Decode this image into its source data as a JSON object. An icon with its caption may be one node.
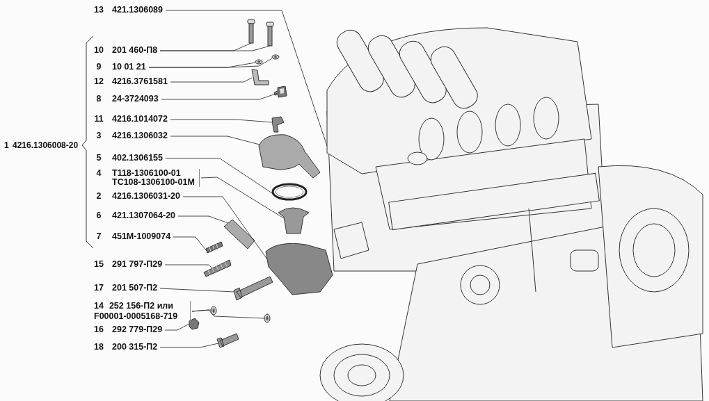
{
  "diagram": {
    "nodes": [
      {
        "text": [
          "13",
          "421.1306089"
        ]
      },
      {
        "text": [
          "10",
          "201 460-П8"
        ]
      },
      {
        "text": [
          "9",
          "10 01 21"
        ]
      },
      {
        "text": [
          "12",
          "4216.3761581"
        ]
      },
      {
        "text": [
          "8",
          "24-3724093"
        ]
      },
      {
        "text": [
          "11",
          "4216.1014072"
        ]
      },
      {
        "text": [
          "3",
          "4216.1306032"
        ]
      },
      {
        "text": [
          "5",
          "402.1306155"
        ]
      },
      {
        "text": [
          "4",
          "T118-1306100-01",
          "TC108-1306100-01M"
        ]
      },
      {
        "text": [
          "2",
          "4216.1306031-20"
        ]
      },
      {
        "text": [
          "6",
          "421.1307064-20"
        ]
      },
      {
        "text": [
          "7",
          "451M-1009074"
        ]
      },
      {
        "text": [
          "15",
          "291 797-П29"
        ]
      },
      {
        "text": [
          "17",
          "201 507-П2"
        ]
      },
      {
        "text": [
          "14",
          "252 156-П2 или F00001-0005168-719"
        ]
      },
      {
        "text": [
          "16",
          "292 779-П29"
        ]
      },
      {
        "text": [
          "18",
          "200 315-П2"
        ]
      },
      {
        "text": [],
        "shape": "picture"
      },
      {
        "text": [],
        "shape": "picture"
      },
      {
        "text": [],
        "shape": "picture"
      },
      {
        "text": [],
        "shape": "picture"
      },
      {
        "text": [],
        "shape": "picture"
      },
      {
        "text": [],
        "shape": "picture"
      },
      {
        "text": [],
        "shape": "picture"
      },
      {
        "text": [],
        "shape": "picture"
      },
      {
        "text": [],
        "shape": "picture"
      },
      {
        "text": [],
        "shape": "picture"
      },
      {
        "text": [],
        "shape": "picture"
      },
      {
        "text": [],
        "shape": "picture"
      },
      {
        "text": [],
        "shape": "picture"
      },
      {
        "text": [],
        "shape": "picture"
      },
      {
        "text": [],
        "shape": "picture"
      },
      {
        "text": [],
        "shape": "picture"
      },
      {
        "text": [],
        "shape": "picture"
      },
      {
        "text": [],
        "shape": "picture"
      },
      {
        "text": [],
        "shape": "picture"
      },
      {
        "text": [],
        "shape": "picture"
      }
    ],
    "edges": [
      {
        "from": 0,
        "to": 36,
        "arrow": "none"
      },
      {
        "from": 1,
        "to": 17,
        "arrow": "none"
      },
      {
        "from": 1,
        "to": 18,
        "arrow": "none"
      },
      {
        "from": 2,
        "to": 19,
        "arrow": "none"
      },
      {
        "from": 2,
        "to": 20,
        "arrow": "none"
      },
      {
        "from": 3,
        "to": 21,
        "arrow": "none"
      },
      {
        "from": 4,
        "to": 22,
        "arrow": "none"
      },
      {
        "from": 5,
        "to": 23,
        "arrow": "none"
      },
      {
        "from": 6,
        "to": 24,
        "arrow": "none"
      },
      {
        "from": 7,
        "to": 25,
        "arrow": "none"
      },
      {
        "from": 8,
        "to": 26,
        "arrow": "none"
      },
      {
        "from": 9,
        "to": 27,
        "arrow": "none"
      },
      {
        "from": 10,
        "to": 28,
        "arrow": "none"
      },
      {
        "from": 11,
        "to": 29,
        "arrow": "none"
      },
      {
        "from": 12,
        "to": 30,
        "arrow": "none"
      },
      {
        "from": 13,
        "to": 31,
        "arrow": "none"
      },
      {
        "from": 14,
        "to": 32,
        "arrow": "none"
      },
      {
        "from": 14,
        "to": 33,
        "arrow": "none"
      },
      {
        "from": 15,
        "to": 34,
        "arrow": "none"
      },
      {
        "from": 16,
        "to": 35,
        "arrow": "none"
      }
    ],
    "labels": [
      "1",
      "4216.1306008-20"
    ]
  }
}
